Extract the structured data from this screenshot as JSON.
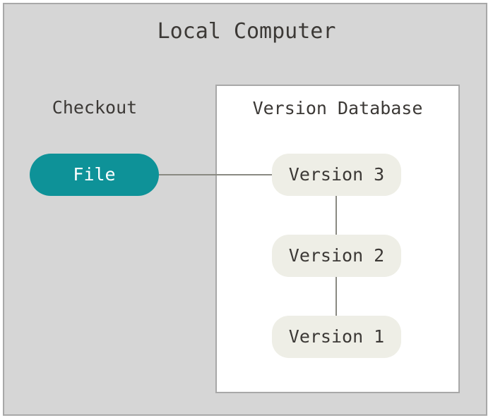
{
  "diagram": {
    "title": "Local Computer",
    "checkout_label": "Checkout",
    "database": {
      "title": "Version Database",
      "versions": [
        {
          "label": "Version 3"
        },
        {
          "label": "Version 2"
        },
        {
          "label": "Version 1"
        }
      ]
    },
    "file_node": {
      "label": "File"
    },
    "colors": {
      "panel_background": "#d6d6d6",
      "panel_border": "#a8a8a8",
      "database_background": "#ffffff",
      "file_node_fill": "#0e9298",
      "file_node_text": "#ffffff",
      "version_node_fill": "#eeeee6",
      "text": "#3c3936",
      "connector": "#8a8a82"
    }
  }
}
